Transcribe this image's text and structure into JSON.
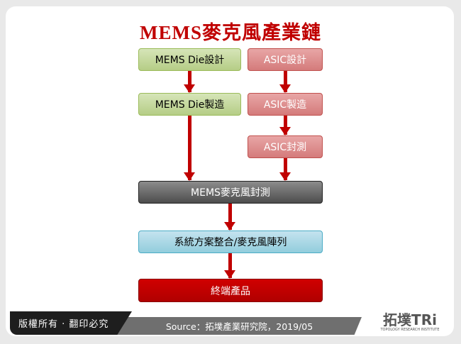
{
  "title": "MEMS麥克風產業鏈",
  "boxes": {
    "mems_die_design": "MEMS Die設計",
    "asic_design": "ASIC設計",
    "mems_die_manufacturing": "MEMS Die製造",
    "asic_manufacturing": "ASIC製造",
    "asic_packaging_testing": "ASIC封測",
    "mems_mic_packaging_testing": "MEMS麥克風封測",
    "system_integration": "系統方案整合/麥克風陣列",
    "end_products": "終端產品"
  },
  "footer": {
    "copyright": "版權所有 · 翻印必究",
    "source": "Source：拓墣產業研究院，2019/05",
    "logo_main": "拓墣TRi",
    "logo_sub": "TOPOLOGY RESEARCH INSTITUTE"
  },
  "colors": {
    "accent": "#c00000",
    "green": "#b5cd86",
    "pink": "#d47b7b",
    "gray": "#4d4d4d",
    "blue": "#92cddc"
  }
}
